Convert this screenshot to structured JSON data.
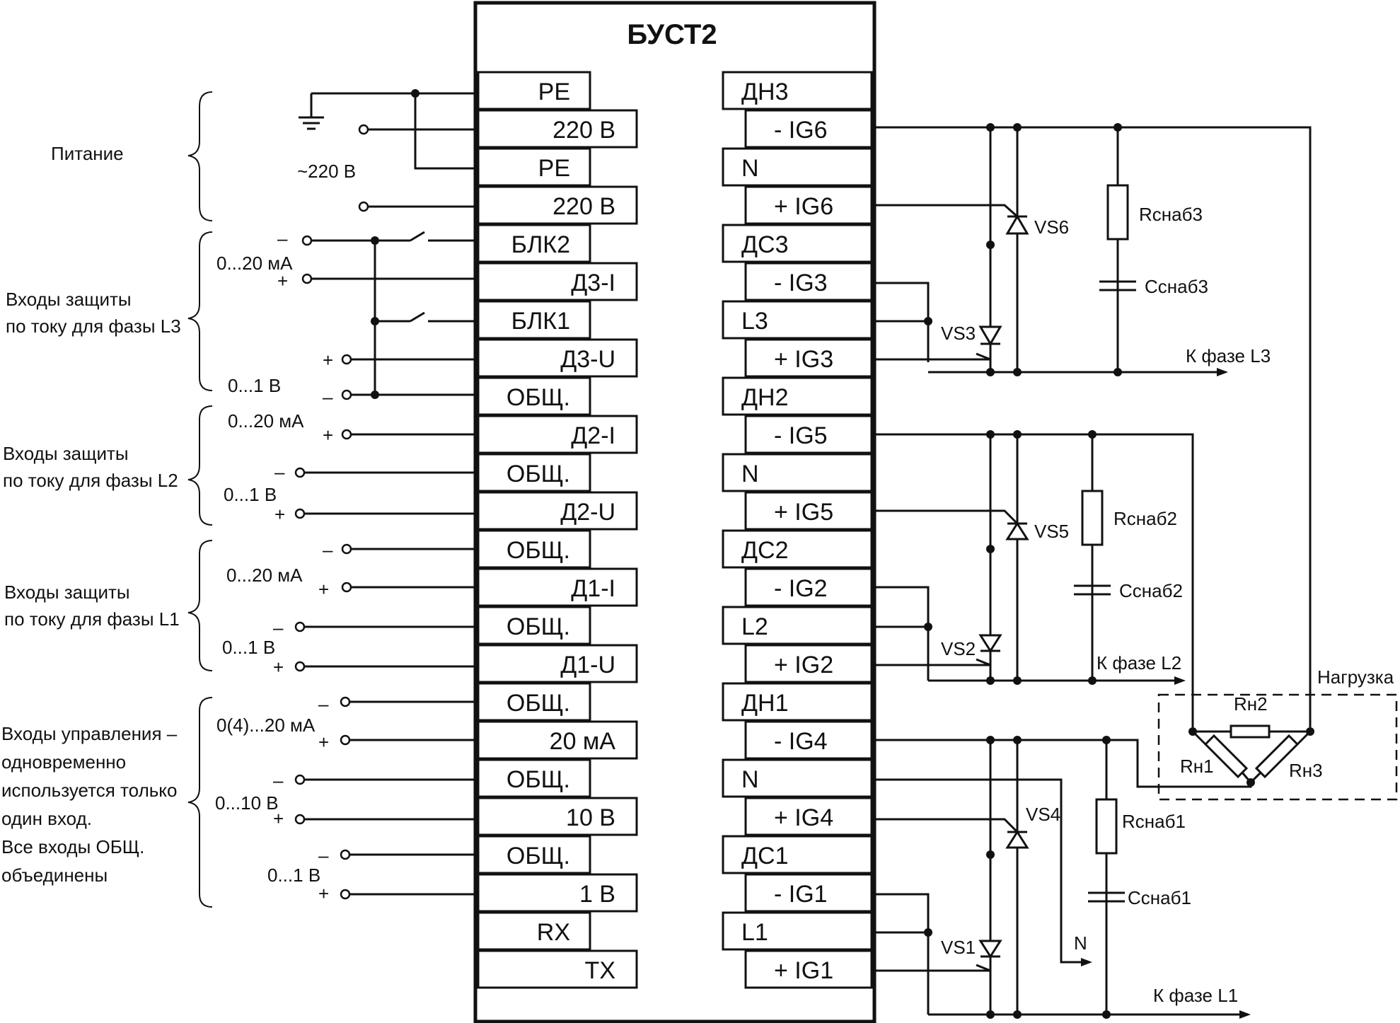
{
  "device": {
    "title": "БУСТ2"
  },
  "left_terminals": [
    "PE",
    "220 В",
    "PE",
    "220 В",
    "БЛК2",
    "Д3-I",
    "БЛК1",
    "Д3-U",
    "ОБЩ.",
    "Д2-I",
    "ОБЩ.",
    "Д2-U",
    "ОБЩ.",
    "Д1-I",
    "ОБЩ.",
    "Д1-U",
    "ОБЩ.",
    "20 мА",
    "ОБЩ.",
    "10 В",
    "ОБЩ.",
    "1 В",
    "RX",
    "TX"
  ],
  "right_terminals": [
    "ДН3",
    "- IG6",
    "N",
    "+ IG6",
    "ДС3",
    "- IG3",
    "L3",
    "+ IG3",
    "ДН2",
    "- IG5",
    "N",
    "+ IG5",
    "ДС2",
    "- IG2",
    "L2",
    "+ IG2",
    "ДН1",
    "- IG4",
    "N",
    "+ IG4",
    "ДС1",
    "- IG1",
    "L1",
    "+ IG1"
  ],
  "groups": {
    "power": "Питание",
    "power_voltage": "~220 В",
    "l3_line1": "Входы защиты",
    "l3_line2": "по току для фазы L3",
    "l2_line1": "Входы защиты",
    "l2_line2": "по току для фазы L2",
    "l1_line1": "Входы защиты",
    "l1_line2": "по току для фазы L1",
    "ctrl_lines": [
      "Входы управления –",
      "одновременно",
      "используется только",
      "один вход.",
      "Все входы ОБЩ.",
      "объединены"
    ]
  },
  "ranges": {
    "ma_0_20": "0...20 мА",
    "v_0_1": "0...1 В",
    "ma_4_20": "0(4)...20 мА",
    "v_0_10": "0...10 В"
  },
  "signs": {
    "minus": "–",
    "plus": "+"
  },
  "components": {
    "vs6": "VS6",
    "vs3": "VS3",
    "vs5": "VS5",
    "vs2": "VS2",
    "vs4": "VS4",
    "vs1": "VS1",
    "r3": "Rснаб3",
    "c3": "Cснаб3",
    "r2": "Rснаб2",
    "c2": "Cснаб2",
    "r1": "Rснаб1",
    "c1": "Cснаб1",
    "rn1": "Rн1",
    "rn2": "Rн2",
    "rn3": "Rн3"
  },
  "outputs": {
    "phase_l3": "К фазе L3",
    "phase_l2": "К фазе L2",
    "phase_l1": "К фазе L1",
    "neutral": "N",
    "load": "Нагрузка"
  }
}
